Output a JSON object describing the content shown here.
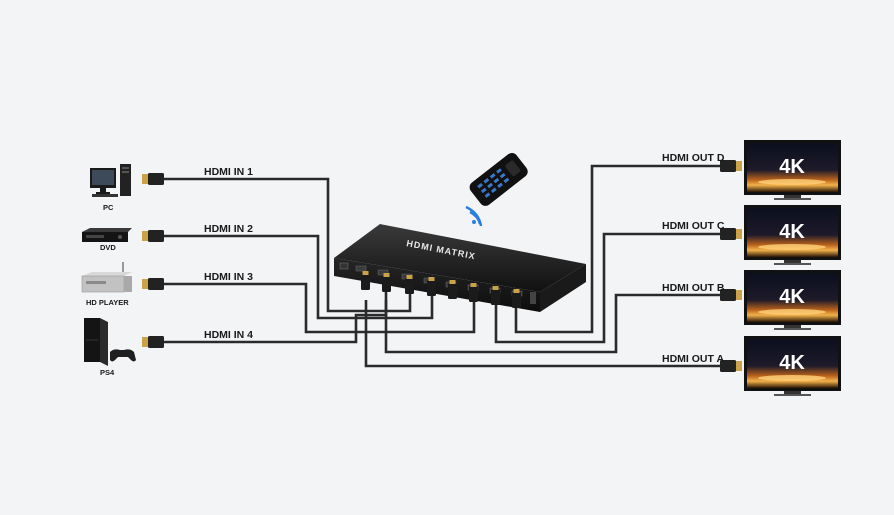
{
  "inputs": [
    {
      "device": "PC",
      "label": "HDMI IN 1"
    },
    {
      "device": "DVD",
      "label": "HDMI IN 2"
    },
    {
      "device": "HD PLAYER",
      "label": "HDMI IN 3"
    },
    {
      "device": "PS4",
      "label": "HDMI IN 4"
    }
  ],
  "outputs": [
    {
      "label": "HDMI OUT D",
      "screen_text": "4K"
    },
    {
      "label": "HDMI OUT C",
      "screen_text": "4K"
    },
    {
      "label": "HDMI OUT B",
      "screen_text": "4K"
    },
    {
      "label": "HDMI OUT A",
      "screen_text": "4K"
    }
  ],
  "matrix": {
    "label": "HDMI MATRIX"
  },
  "remote": {
    "icon": "remote-control-icon",
    "signal_icon": "wifi-signal-icon"
  },
  "colors": {
    "wire": "#2a2a2a",
    "connector_tip": "#c9a24a",
    "device_body": "#1c1c1c",
    "background": "#f3f4f6"
  }
}
